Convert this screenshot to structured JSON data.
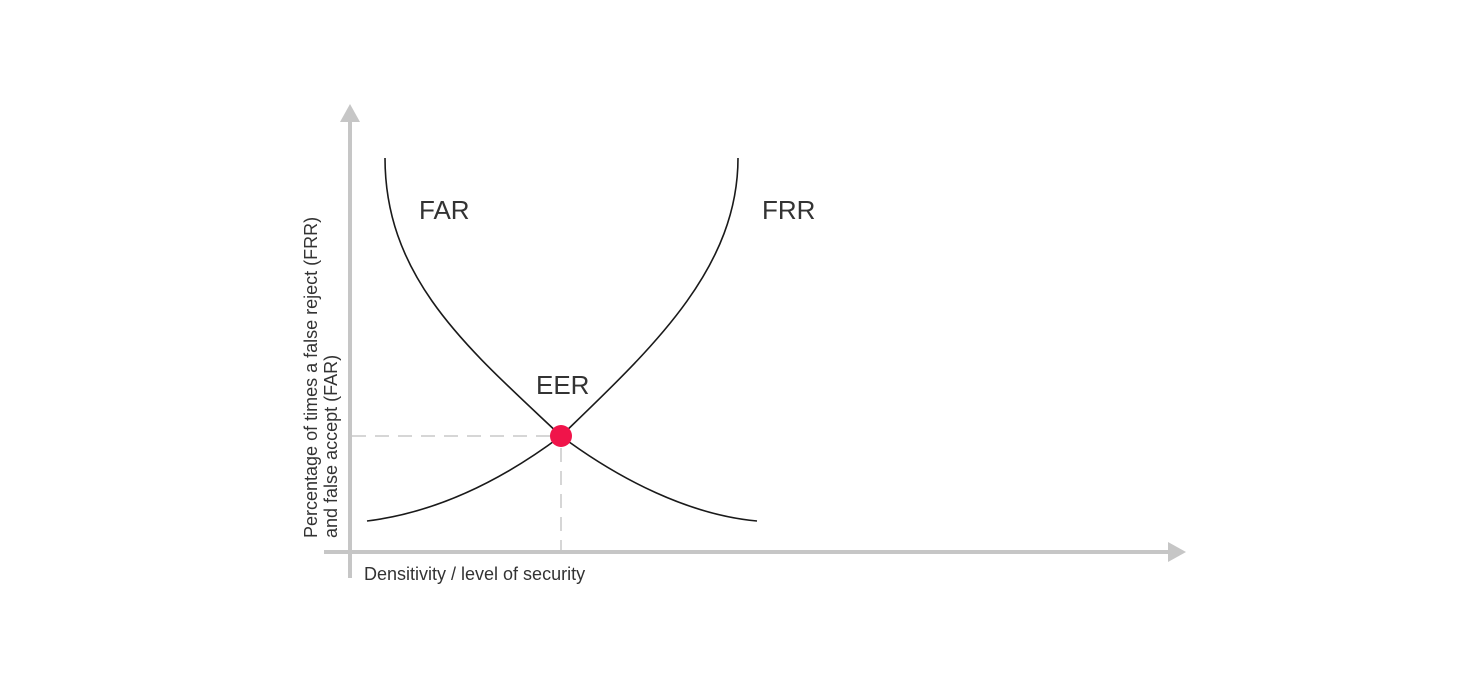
{
  "labels": {
    "far": "FAR",
    "frr": "FRR",
    "eer": "EER"
  },
  "axes": {
    "x_label": "Densitivity / level of security",
    "y_label_line1": "Percentage of times a false reject (FRR)",
    "y_label_line2": "and false accept (FAR)"
  },
  "colors": {
    "axis": "#c6c6c6",
    "curve": "#1a1a1a",
    "guide": "#c8c8c8",
    "eer_point": "#f0144a",
    "text": "#333333"
  }
}
